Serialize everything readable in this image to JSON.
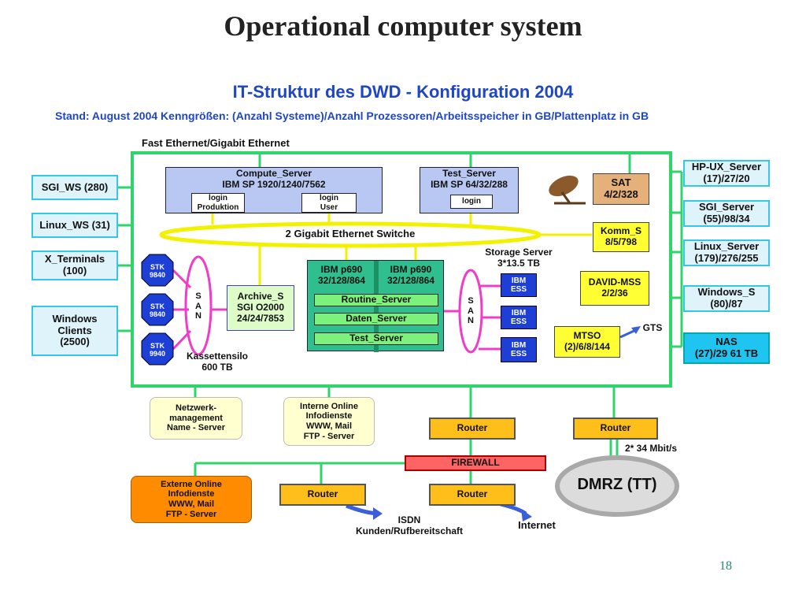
{
  "slide": {
    "title": "Operational computer system",
    "page_number": "18"
  },
  "diagram": {
    "title": "IT-Struktur des DWD - Konfiguration 2004",
    "subtitle": "Stand: August  2004   Kenngrößen: (Anzahl Systeme)/Anzahl Prozessoren/Arbeitsspeicher in GB/Plattenplatz in GB",
    "frame_label": "Fast Ethernet/Gigabit Ethernet",
    "left_clients": [
      {
        "line1": "SGI_WS (280)",
        "line2": ""
      },
      {
        "line1": "Linux_WS (31)",
        "line2": ""
      },
      {
        "line1": "X_Terminals",
        "line2": "(100)"
      },
      {
        "line1": "Windows",
        "line2": "Clients",
        "line3": "(2500)"
      }
    ],
    "right_servers": [
      {
        "line1": "HP-UX_Server",
        "line2": "(17)/27/20"
      },
      {
        "line1": "SGI_Server",
        "line2": "(55)/98/34"
      },
      {
        "line1": "Linux_Server",
        "line2": "(179)/276/255"
      },
      {
        "line1": "Windows_S",
        "line2": "(80)/87"
      }
    ],
    "nas": {
      "line1": "NAS",
      "line2": "(27)/29 61 TB"
    },
    "compute_server": {
      "line1": "Compute_Server",
      "line2": "IBM SP 1920/1240/7562",
      "login1a": "login",
      "login1b": "Produktion",
      "login2a": "login",
      "login2b": "User"
    },
    "test_server": {
      "line1": "Test_Server",
      "line2": "IBM SP 64/32/288",
      "login": "login"
    },
    "sat": {
      "line1": "SAT",
      "line2": "4/2/328"
    },
    "switch_label": "2 Gigabit Ethernet Switche",
    "komm": {
      "line1": "Komm_S",
      "line2": "8/5/798"
    },
    "david": {
      "line1": "DAVID-MSS",
      "line2": "2/2/36"
    },
    "mtso": {
      "line1": "MTSO",
      "line2": "(2)/6/8/144"
    },
    "gts": "GTS",
    "stk": [
      {
        "line1": "STK",
        "line2": "9840"
      },
      {
        "line1": "STK",
        "line2": "9840"
      },
      {
        "line1": "STK",
        "line2": "9940"
      }
    ],
    "san_letters": [
      "S",
      "A",
      "N"
    ],
    "kassettensilo": {
      "line1": "Kassettensilo",
      "line2": "600 TB"
    },
    "archive": {
      "line1": "Archive_S",
      "line2": "SGI O2000",
      "line3": "24/24/7853"
    },
    "ibm_p690": [
      {
        "line1": "IBM p690",
        "line2": "32/128/864"
      },
      {
        "line1": "IBM p690",
        "line2": "32/128/864"
      }
    ],
    "routine_server": "Routine_Server",
    "daten_server": "Daten_Server",
    "test_server_inner": "Test_Server",
    "storage_server": {
      "line1": "Storage Server",
      "line2": "3*13.5 TB"
    },
    "ibm_ess": [
      {
        "line1": "IBM",
        "line2": "ESS"
      },
      {
        "line1": "IBM",
        "line2": "ESS"
      },
      {
        "line1": "IBM",
        "line2": "ESS"
      }
    ],
    "netzwerk": {
      "line1": "Netzwerk-",
      "line2": "management",
      "line3": "Name - Server"
    },
    "interne": {
      "line1": "Interne Online",
      "line2": "Infodienste",
      "line3": "WWW, Mail",
      "line4": "FTP - Server"
    },
    "externe": {
      "line1": "Externe Online",
      "line2": "Infodienste",
      "line3": "WWW, Mail",
      "line4": "FTP - Server"
    },
    "router_label": "Router",
    "firewall": "FIREWALL",
    "dmrz": "DMRZ (TT)",
    "bandwidth": "2* 34 Mbit/s",
    "isdn": {
      "line1": "ISDN",
      "line2": "Kunden/Rufbereitschaft"
    },
    "internet": "Internet"
  },
  "colors": {
    "frame": "#2fd46a",
    "cyan_border": "#35c7e8",
    "title_blue": "#1f47c4"
  }
}
